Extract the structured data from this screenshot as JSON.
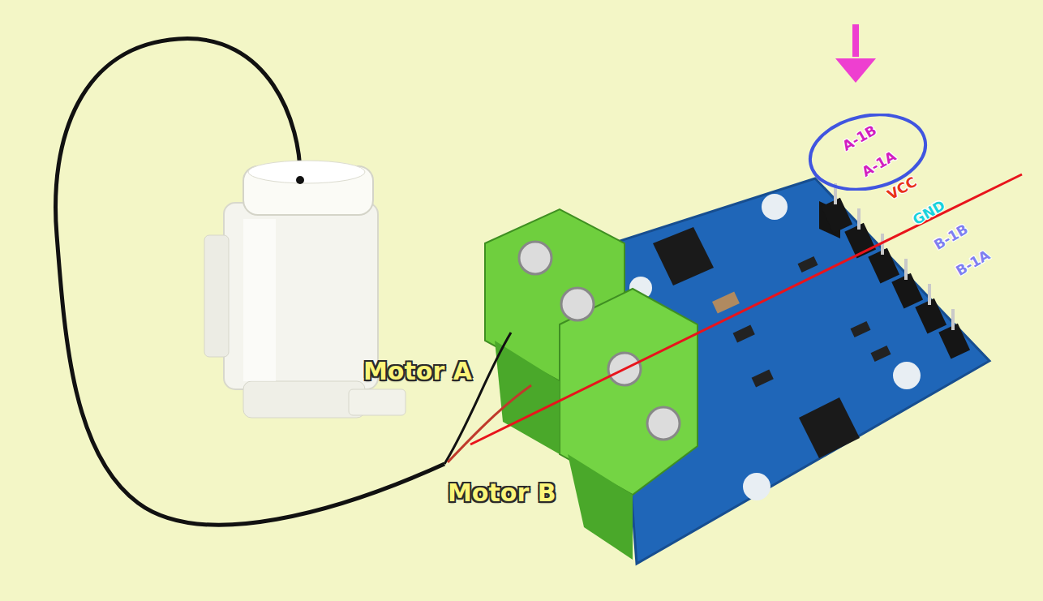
{
  "diagram": {
    "nodes": [
      {
        "text": [
          "A-1B",
          "A-1A"
        ]
      }
    ],
    "labels": [
      "VCC",
      "GND",
      "B-1B",
      "B-1A",
      "Motor A",
      "Motor B"
    ]
  }
}
